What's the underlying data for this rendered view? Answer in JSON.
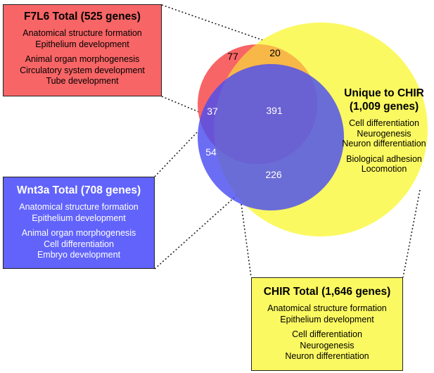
{
  "colors": {
    "f7l6": "#f86566",
    "wnt3a": "#6163fb",
    "chir": "#fbf961",
    "overlap_f7l6_chir": "#f8b848"
  },
  "f7l6_box": {
    "title": "F7L6 Total (525 genes)",
    "group1": [
      "Anatomical structure formation",
      "Epithelium development"
    ],
    "group2": [
      "Animal organ morphogenesis",
      "Circulatory system development",
      "Tube development"
    ]
  },
  "wnt3a_box": {
    "title": "Wnt3a Total (708 genes)",
    "group1": [
      "Anatomical structure formation",
      "Epithelium development"
    ],
    "group2": [
      "Animal organ morphogenesis",
      "Cell differentiation",
      "Embryo development"
    ]
  },
  "chir_box": {
    "title": "CHIR Total (1,646 genes)",
    "group1": [
      "Anatomical structure formation",
      "Epithelium development"
    ],
    "group2": [
      "Cell differentiation",
      "Neurogenesis",
      "Neuron differentiation"
    ]
  },
  "chir_unique": {
    "title_line1": "Unique to CHIR",
    "title_line2": "(1,009 genes)",
    "group1": [
      "Cell differentiation",
      "Neurogenesis",
      "Neuron differentiation"
    ],
    "group2": [
      "Biological adhesion",
      "Locomotion"
    ]
  },
  "regions": {
    "f7l6_only": "77",
    "f7l6_chir": "20",
    "f7l6_wnt3a": "37",
    "all_three": "391",
    "wnt3a_only": "54",
    "wnt3a_chir": "226"
  }
}
